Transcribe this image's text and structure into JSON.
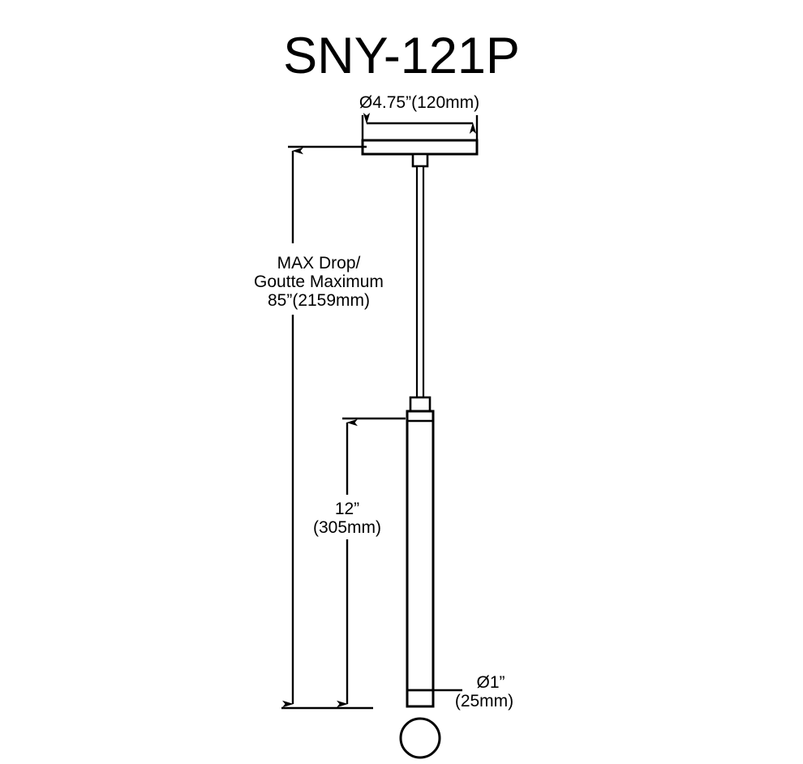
{
  "drawing": {
    "title": "SNY-121P",
    "product_type": "pendant-light-technical-drawing",
    "line_color": "#000000",
    "background_color": "#ffffff",
    "dimensions": {
      "canopy_diameter": {
        "label": "Ø4.75”(120mm)",
        "value_in": 4.75,
        "value_mm": 120
      },
      "max_drop": {
        "line1": "MAX Drop/",
        "line2": "Goutte Maximum",
        "line3": "85”(2159mm)",
        "value_in": 85,
        "value_mm": 2159
      },
      "body_height": {
        "line1": "12”",
        "line2": "(305mm)",
        "value_in": 12,
        "value_mm": 305
      },
      "body_diameter": {
        "line1": "Ø1”",
        "line2": "(25mm)",
        "value_in": 1,
        "value_mm": 25
      }
    },
    "parts": [
      {
        "name": "ceiling-canopy-plate"
      },
      {
        "name": "canopy-connector-block"
      },
      {
        "name": "suspension-cord"
      },
      {
        "name": "body-top-cap"
      },
      {
        "name": "body-cylinder"
      },
      {
        "name": "body-bottom-band"
      },
      {
        "name": "light-bulb"
      }
    ]
  }
}
